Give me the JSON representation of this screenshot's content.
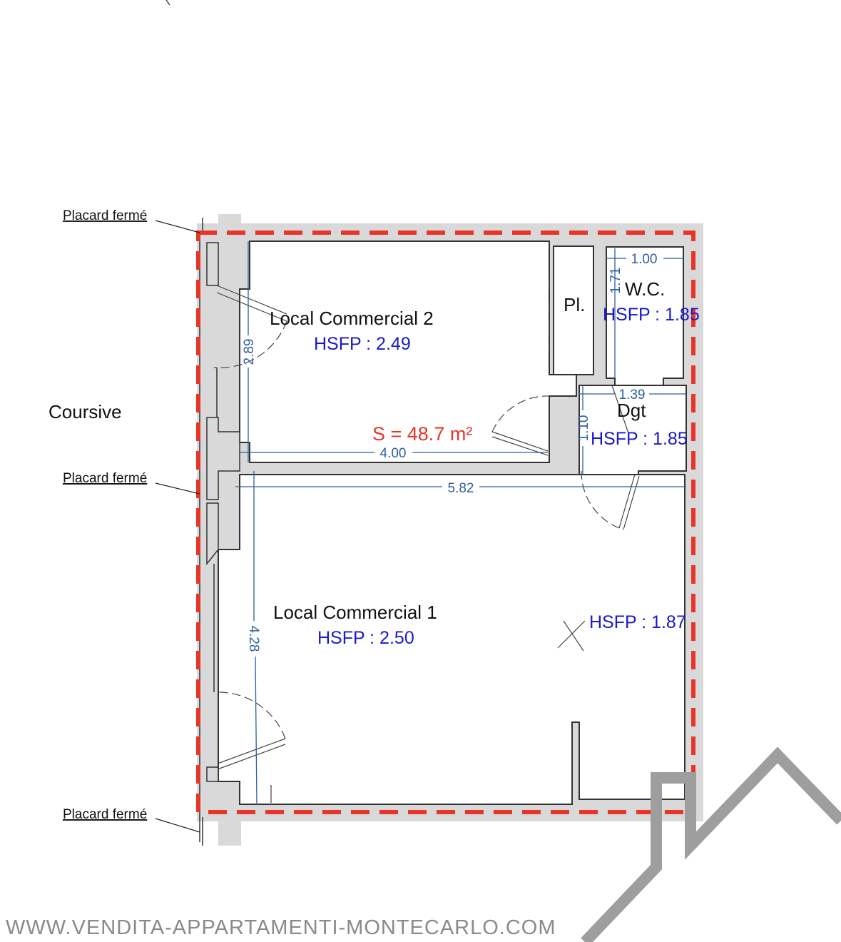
{
  "title": "Floor plan - Local Commercial",
  "labels": {
    "placard_top": "Placard fermé",
    "placard_mid": "Placard fermé",
    "placard_bottom": "Placard fermé",
    "coursive": "Coursive"
  },
  "rooms": {
    "local2": {
      "name": "Local Commercial 2",
      "hsfp": "HSFP : 2.49"
    },
    "local1": {
      "name": "Local Commercial 1",
      "hsfp": "HSFP : 2.50"
    },
    "local1_low": {
      "hsfp": "HSFP : 1.87"
    },
    "placard": {
      "name": "Pl."
    },
    "wc": {
      "name": "W.C.",
      "hsfp": "HSFP : 1.85"
    },
    "dgt": {
      "name": "Dgt",
      "hsfp": "HSFP : 1.85"
    }
  },
  "surface": "S = 48.7 m²",
  "dimensions": {
    "d289": "2.89",
    "d400": "4.00",
    "d582": "5.82",
    "d428": "4.28",
    "d100": "1.00",
    "d171": "1.71",
    "d139": "1.39",
    "d110": "1.10"
  },
  "watermark": "WWW.VENDITA-APPARTAMENTI-MONTECARLO.COM",
  "colors": {
    "outline": "#e8352a",
    "wall": "#d9d9d9",
    "dimension": "#2e5f9e",
    "hsfp": "#1a1acc"
  }
}
